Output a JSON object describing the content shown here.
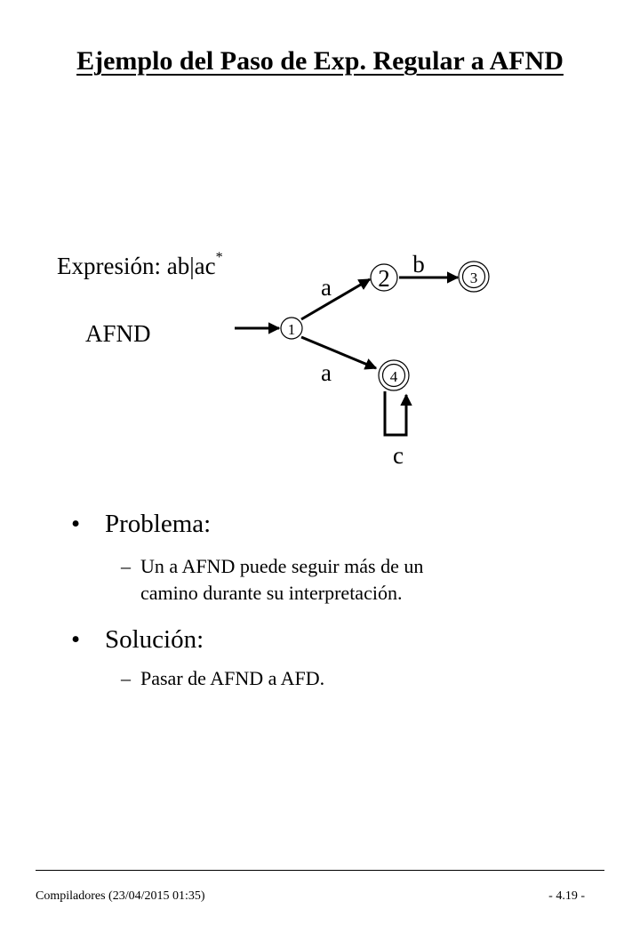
{
  "title": "Ejemplo del Paso de Exp. Regular a AFND",
  "expression": {
    "label": "Expresión: ab|ac",
    "superscript": "*"
  },
  "afnd_label": "AFND",
  "diagram": {
    "states": [
      "1",
      "2",
      "3",
      "4"
    ],
    "transitions": [
      {
        "from": "1",
        "to": "2",
        "label": "a"
      },
      {
        "from": "2",
        "to": "3",
        "label": "b"
      },
      {
        "from": "1",
        "to": "4",
        "label": "a"
      },
      {
        "from": "4",
        "to": "4",
        "label": "c"
      }
    ]
  },
  "bullets": [
    {
      "text": "Problema:",
      "sub": [
        "Un a AFND puede seguir más de un",
        "camino durante su interpretación."
      ]
    },
    {
      "text": "Solución:",
      "sub": [
        "Pasar de AFND a AFD."
      ]
    }
  ],
  "footer": {
    "left": "Compiladores (23/04/2015  01:35)",
    "right": "- 4.19 -"
  }
}
